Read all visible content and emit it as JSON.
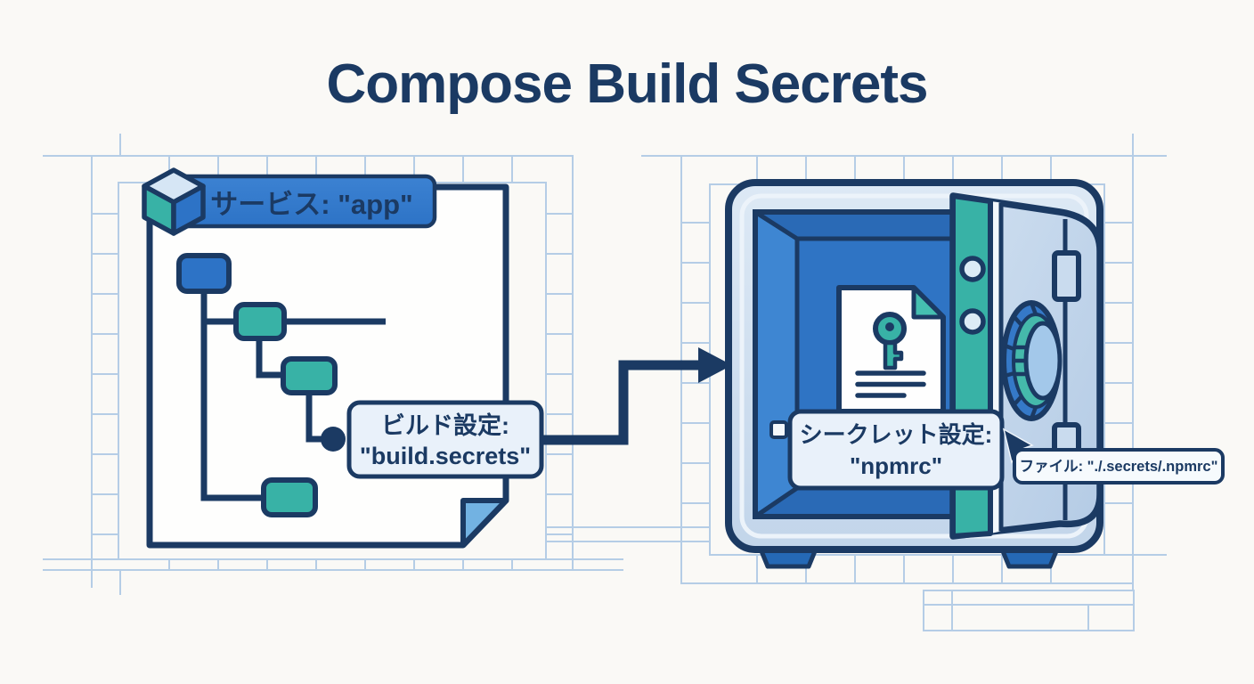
{
  "title": "Compose Build Secrets",
  "colors": {
    "navy": "#1b3a63",
    "blue": "#2d73c6",
    "teal": "#38b2a6",
    "light_blue": "#72b2e2",
    "label_bg": "#e9f1fa",
    "grid": "#b5cde6",
    "body": "#c5d7eb",
    "door": "#bfd4ea",
    "wall": "#3e86d2",
    "interior": "#2f74c4",
    "wall_dark": "#2a6ab6",
    "tooltip_bg": "#f6fafd",
    "bg": "#faf9f6"
  },
  "compose_file": {
    "service_label": "サービス: \"app\"",
    "build_label": {
      "line1": "ビルド設定:",
      "line2": "\"build.secrets\""
    }
  },
  "vault": {
    "secret_label": {
      "line1": "シークレット設定:",
      "line2": "\"npmrc\""
    },
    "file_tooltip": "ファイル: \"./.secrets/.npmrc\""
  }
}
